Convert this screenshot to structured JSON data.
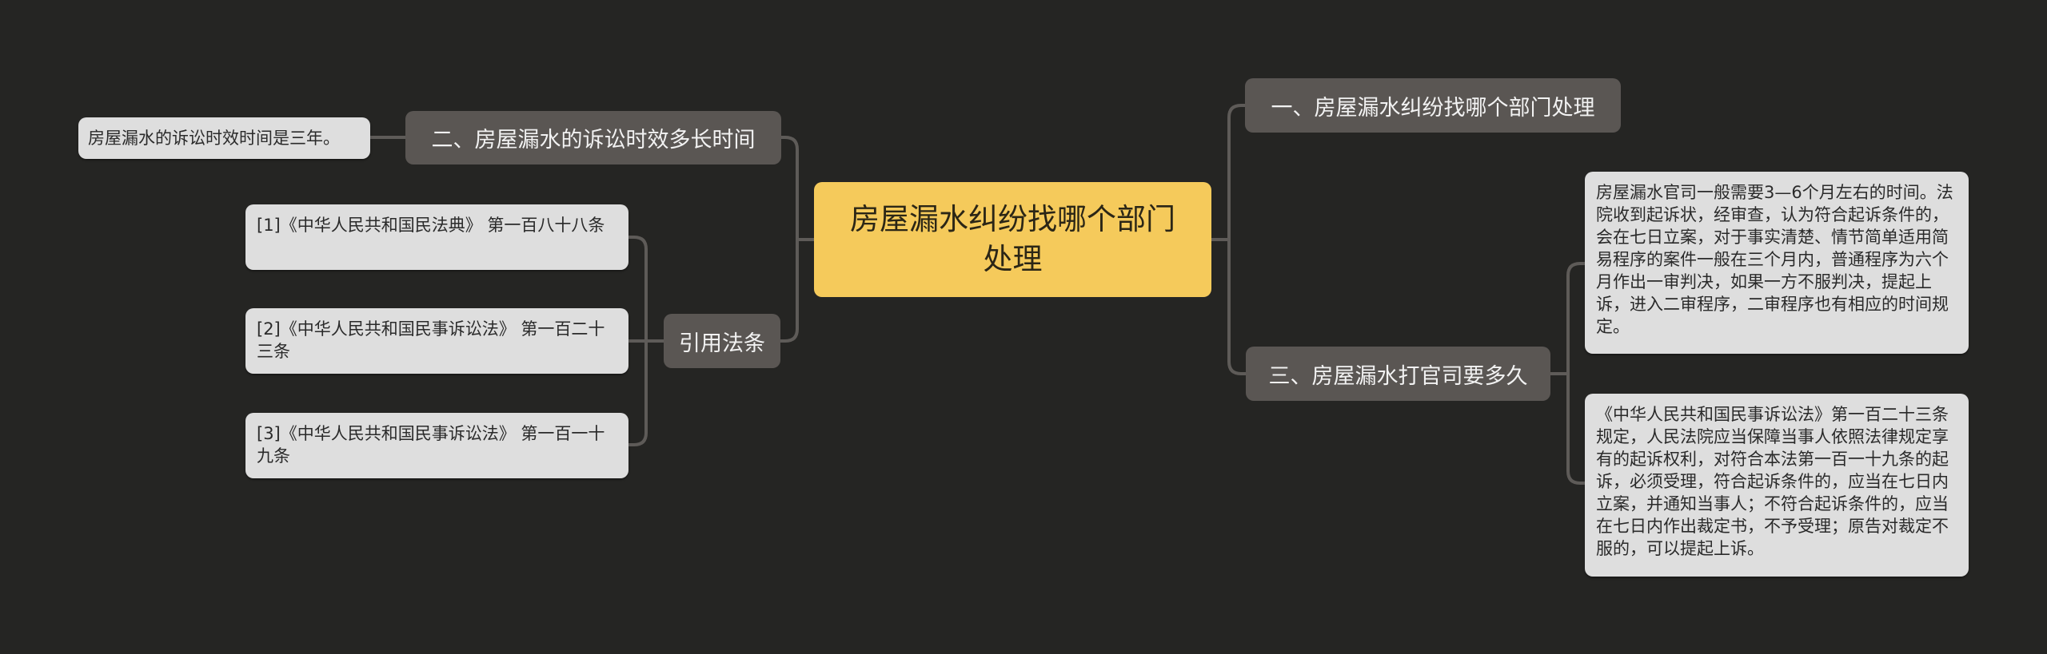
{
  "mindmap": {
    "root": {
      "label": "房屋漏水纠纷找哪个部门处理"
    },
    "left_branches": [
      {
        "label": "二、房屋漏水的诉讼时效多长时间",
        "children": [
          "房屋漏水的诉讼时效时间是三年。"
        ]
      },
      {
        "label": "引用法条",
        "children": [
          "[1]《中华人民共和国民法典》 第一百八十八条",
          "[2]《中华人民共和国民事诉讼法》 第一百二十三条",
          "[3]《中华人民共和国民事诉讼法》 第一百一十九条"
        ]
      }
    ],
    "right_branches": [
      {
        "label": "一、房屋漏水纠纷找哪个部门处理",
        "children": []
      },
      {
        "label": "三、房屋漏水打官司要多久",
        "children": [
          "房屋漏水官司一般需要3—6个月左右的时间。法院收到起诉状，经审查，认为符合起诉条件的，会在七日立案，对于事实清楚、情节简单适用简易程序的案件一般在三个月内，普通程序为六个月作出一审判决，如果一方不服判决，提起上诉，进入二审程序，二审程序也有相应的时间规定。",
          "《中华人民共和国民事诉讼法》第一百二十三条规定，人民法院应当保障当事人依照法律规定享有的起诉权利，对符合本法第一百一十九条的起诉，必须受理，符合起诉条件的，应当在七日内立案，并通知当事人；不符合起诉条件的，应当在七日内作出裁定书，不予受理；原告对裁定不服的，可以提起上诉。"
        ]
      }
    ]
  },
  "colors": {
    "background": "#252523",
    "root": "#f5ca5b",
    "branch": "#5a5653",
    "leaf": "#dedede",
    "connector": "#5e5b58"
  }
}
